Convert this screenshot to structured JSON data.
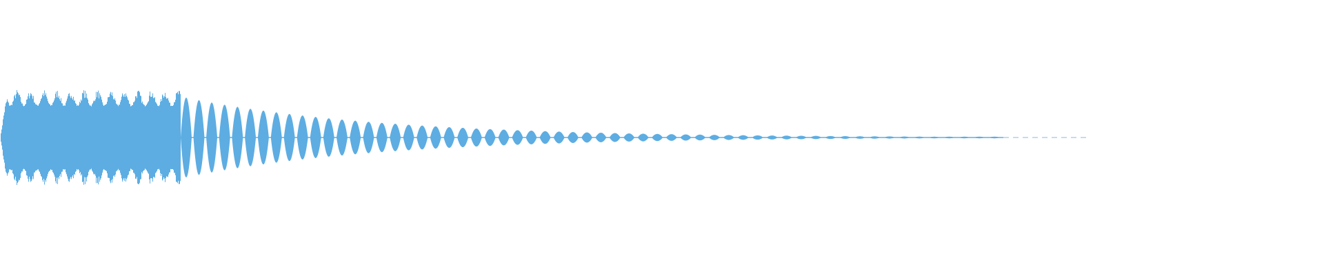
{
  "waveform": {
    "color": "#5DADE2",
    "background": "#FFFFFF",
    "trailing_style": "dashed",
    "envelope": {
      "attack_noisy_peak": 0.55,
      "sustain_peak": 0.48,
      "decay": "exponential"
    }
  }
}
